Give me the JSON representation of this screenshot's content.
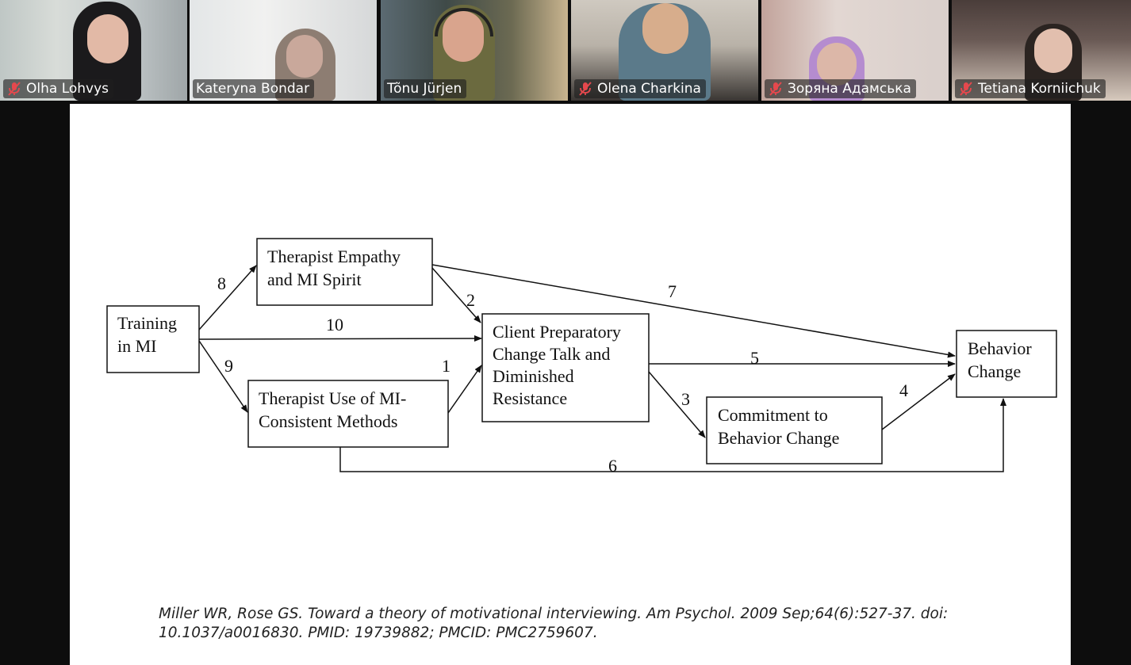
{
  "participants": [
    {
      "name": "Olha Lohvys",
      "muted": true
    },
    {
      "name": "Kateryna Bondar",
      "muted": false,
      "active_speaker": true
    },
    {
      "name": "Tõnu Jürjen",
      "muted": false
    },
    {
      "name": "Olena Charkina",
      "muted": true
    },
    {
      "name": "Зоряна Адамська",
      "muted": true
    },
    {
      "name": "Tetiana Korniichuk",
      "muted": true
    }
  ],
  "slide": {
    "nodes": {
      "training": [
        "Training",
        "in MI"
      ],
      "empathy": [
        "Therapist Empathy",
        "and MI Spirit"
      ],
      "methods": [
        "Therapist Use of MI-",
        "Consistent Methods"
      ],
      "client": [
        "Client Preparatory",
        "Change Talk and",
        "Diminished",
        "Resistance"
      ],
      "commitment": [
        "Commitment to",
        "Behavior Change"
      ],
      "behavior": [
        "Behavior",
        "Change"
      ]
    },
    "edge_labels": {
      "e1": "1",
      "e2": "2",
      "e3": "3",
      "e4": "4",
      "e5": "5",
      "e6": "6",
      "e7": "7",
      "e8": "8",
      "e9": "9",
      "e10": "10"
    },
    "citation": "Miller WR, Rose GS. Toward a theory of motivational interviewing. Am Psychol. 2009 Sep;64(6):527-37. doi: 10.1037/a0016830. PMID: 19739882; PMCID: PMC2759607."
  },
  "colors": {
    "active_speaker_border": "#3ddc84",
    "muted_icon": "#e5484d",
    "background": "#0d0d0d"
  }
}
